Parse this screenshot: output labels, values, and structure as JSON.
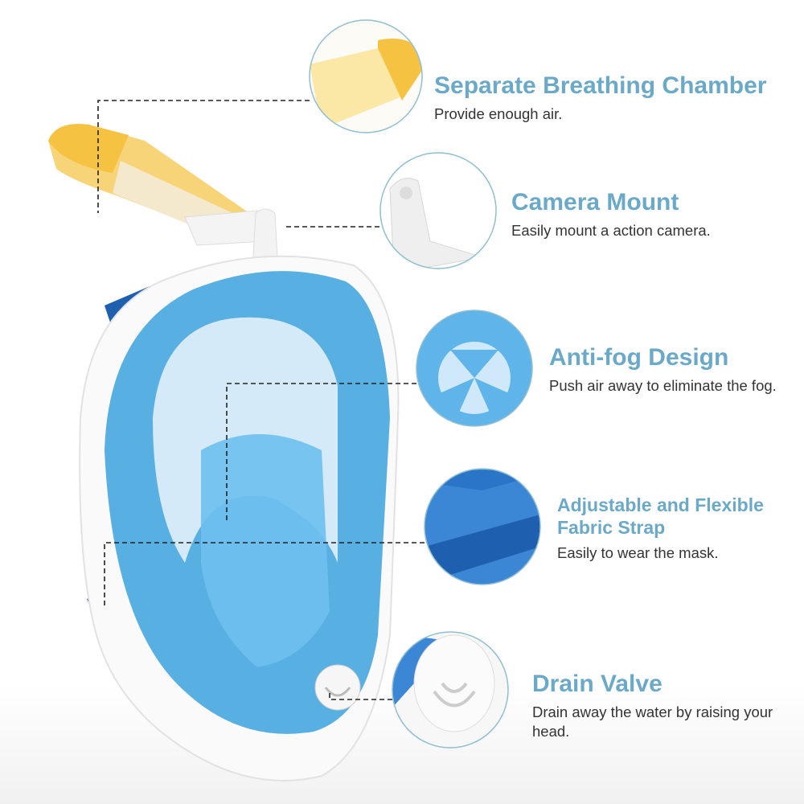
{
  "colors": {
    "title": "#6aa9c8",
    "text": "#333333",
    "lens": "#4aa8e0",
    "strap": "#1f5fb0",
    "snorkel": "#f5c242",
    "circle_border": "#8fbfd0"
  },
  "features": [
    {
      "title": "Separate Breathing Chamber",
      "desc": "Provide enough air.",
      "icon": "breathing-chamber-closeup"
    },
    {
      "title": "Camera Mount",
      "desc": "Easily mount a action camera.",
      "icon": "camera-mount-closeup"
    },
    {
      "title": "Anti-fog Design",
      "desc": "Push air away to eliminate the fog.",
      "icon": "anti-fog-valve-closeup"
    },
    {
      "title": "Adjustable and Flexible Fabric Strap",
      "desc": "Easily to wear the mask.",
      "icon": "strap-closeup"
    },
    {
      "title": "Drain Valve",
      "desc": "Drain away the water by raising your head.",
      "icon": "drain-valve-closeup"
    }
  ]
}
